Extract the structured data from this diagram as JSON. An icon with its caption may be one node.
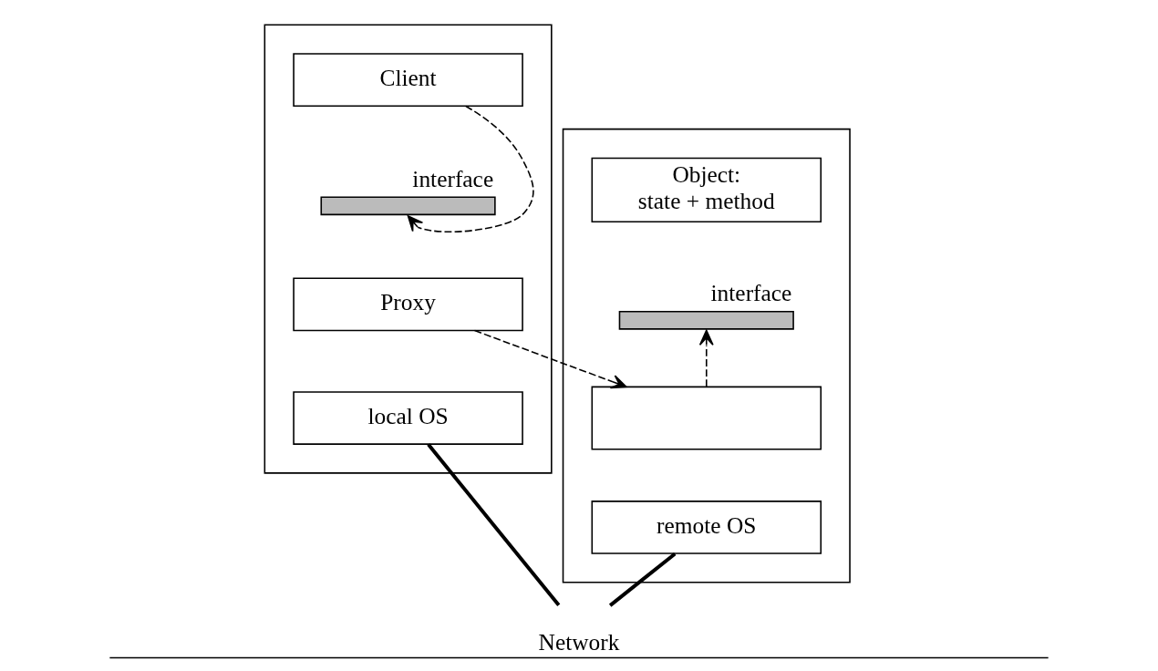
{
  "diagram": {
    "nodes": [
      {
        "text": [],
        "shape": "box"
      },
      {
        "text": [
          "Client"
        ],
        "in": 0
      },
      {
        "text": [],
        "shape": "bar",
        "in": 0,
        "beside": [
          "interface"
        ]
      },
      {
        "text": [
          "Proxy"
        ],
        "in": 0
      },
      {
        "text": [
          "local OS"
        ],
        "in": 0
      },
      {
        "text": [],
        "shape": "box"
      },
      {
        "text": [
          "Object:",
          "state + method"
        ],
        "in": 5
      },
      {
        "text": [],
        "shape": "bar",
        "in": 5,
        "beside": [
          "interface"
        ]
      },
      {
        "text": [],
        "shape": "box",
        "in": 5
      },
      {
        "text": [
          "remote OS"
        ],
        "in": 5
      },
      {
        "text": [
          "Network"
        ]
      }
    ],
    "edges": [
      {
        "from": 1,
        "to": 2,
        "arrow": "to",
        "style": "dashed"
      },
      {
        "from": 3,
        "to": 8,
        "arrow": "to",
        "style": "dashed"
      },
      {
        "from": 8,
        "to": 7,
        "arrow": "to",
        "style": "dashed"
      },
      {
        "from": 4,
        "to": 10,
        "arrow": "none",
        "style": "thick"
      },
      {
        "from": 9,
        "to": 10,
        "arrow": "none",
        "style": "thick"
      }
    ]
  }
}
